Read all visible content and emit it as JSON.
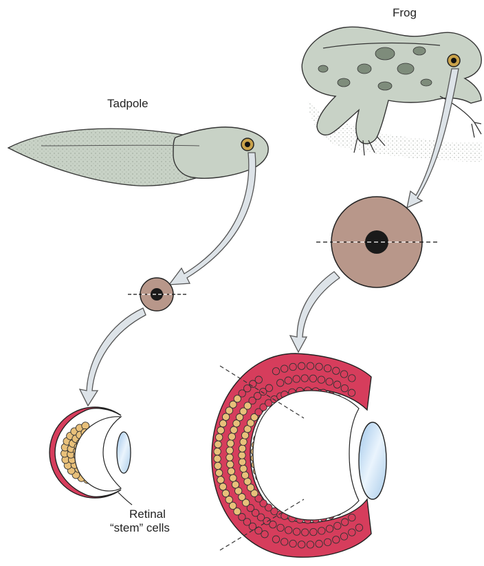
{
  "labels": {
    "frog": "Frog",
    "tadpole": "Tadpole",
    "retinal_line1": "Retinal",
    "retinal_line2": "“stem” cells"
  },
  "colors": {
    "eye_brown": "#b8978a",
    "pupil": "#1a1a1a",
    "stem_cell_red": "#d63d5c",
    "photoreceptor_tan": "#e8c07a",
    "lens_blue": "#cfe3f5",
    "arrow_fill": "#dde3e8",
    "animal_body": "#c8d2c6"
  }
}
